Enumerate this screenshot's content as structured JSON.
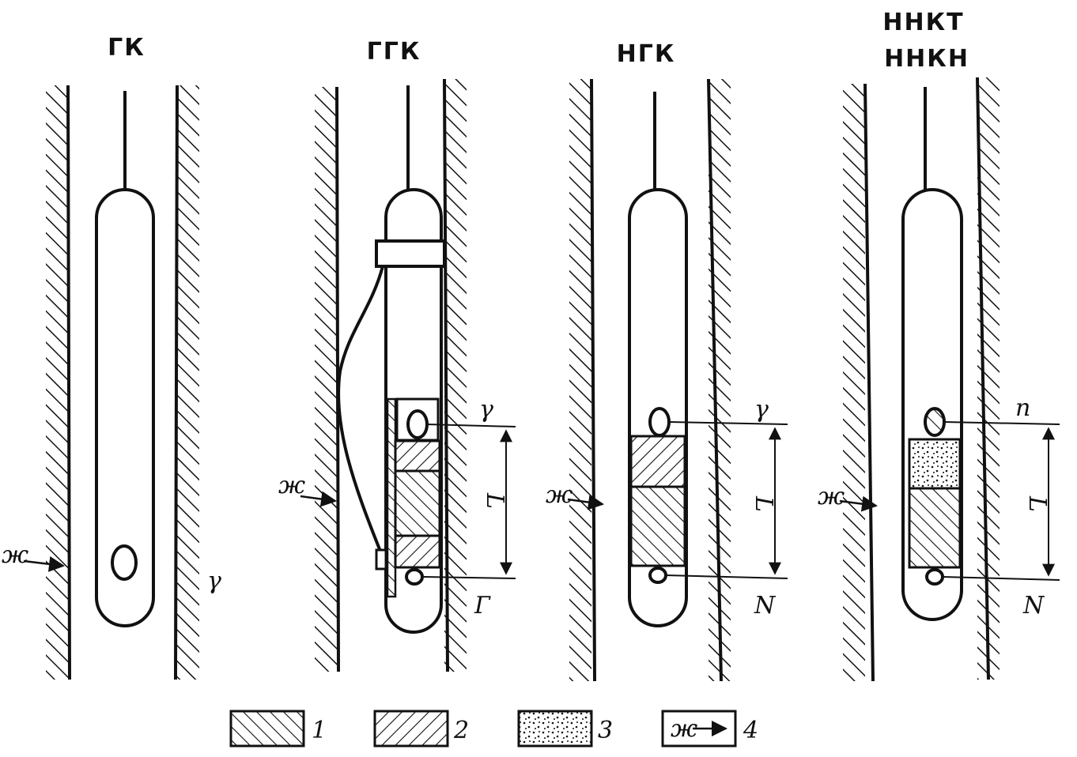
{
  "panels": [
    {
      "title": "ГК",
      "title2": "",
      "label_upper": "γ",
      "label_lower": ""
    },
    {
      "title": "ГГК",
      "title2": "",
      "label_upper": "γ",
      "label_lower": "Г",
      "spacing": "L"
    },
    {
      "title": "НГК",
      "title2": "",
      "label_upper": "γ",
      "label_lower": "N",
      "spacing": "L"
    },
    {
      "title": "ННКТ",
      "title2": "ННКН",
      "label_upper": "п",
      "label_lower": "N",
      "spacing": "L"
    }
  ],
  "marker": "ж",
  "legend": [
    {
      "number": "1",
      "pattern": "hatch-forward"
    },
    {
      "number": "2",
      "pattern": "hatch-back"
    },
    {
      "number": "3",
      "pattern": "dots"
    },
    {
      "number": "4",
      "pattern": "arrow",
      "marker": "ж"
    }
  ],
  "colors": {
    "ink": "#111111",
    "background": "#ffffff"
  }
}
